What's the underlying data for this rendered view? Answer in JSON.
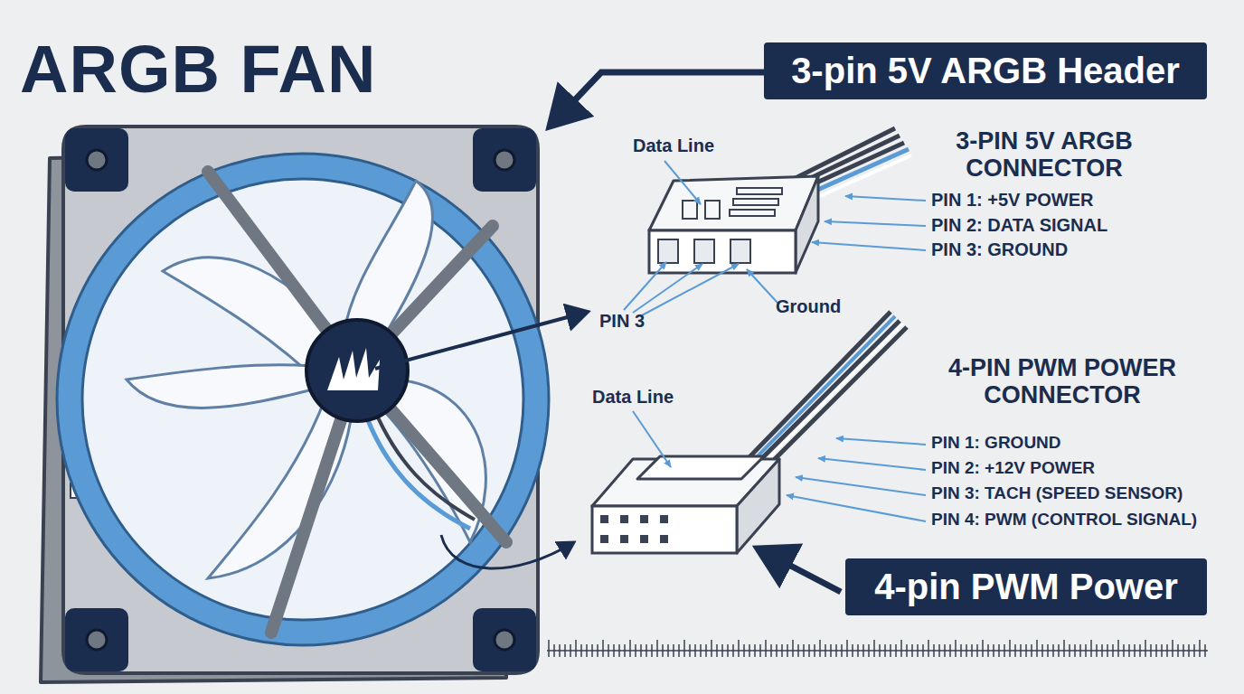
{
  "diagram": {
    "title": "ARGB FAN",
    "nodes": [
      {
        "text": [
          "3-pin 5V ARGB Header"
        ]
      },
      {
        "text": [
          "4-pin PWM Power"
        ]
      }
    ],
    "labels": [
      "Data Line",
      "3-PIN 5V ARGB CONNECTOR",
      "PIN 1: +5V POWER",
      "PIN 2: DATA SIGNAL",
      "PIN 3: GROUND",
      "PIN 3",
      "Ground",
      "Data Line",
      "4-PIN PWM POWER CONNECTOR",
      "PIN 1: GROUND",
      "PIN 2: +12V POWER",
      "PIN 3: TACH (SPEED SENSOR)",
      "PIN 4: PWM (CONTROL SIGNAL)"
    ]
  }
}
